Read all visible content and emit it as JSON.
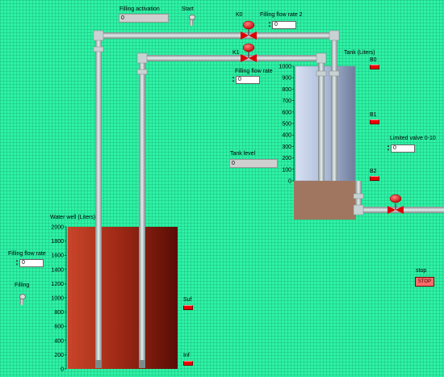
{
  "filling_activation": {
    "label": "Filling activation",
    "value": "0"
  },
  "start": {
    "label": "Start"
  },
  "valve_k0": {
    "label": "K0"
  },
  "valve_k1": {
    "label": "K1"
  },
  "filling_flow_rate_2": {
    "label": "Filling flow rate 2",
    "value": "0"
  },
  "filling_flow_rate_top": {
    "label": "Filling flow rate",
    "value": "0"
  },
  "tank": {
    "label": "Tank (Liters)",
    "scale": [
      "1000",
      "900",
      "800",
      "700",
      "600",
      "500",
      "400",
      "300",
      "200",
      "100",
      "0"
    ],
    "sensors": [
      "B0",
      "B1",
      "B2"
    ]
  },
  "tank_level": {
    "label": "Tank level",
    "value": "0"
  },
  "limited_valve": {
    "label": "Limited valve 0-10",
    "value": "0"
  },
  "well": {
    "label": "Water well (Liters)",
    "scale": [
      "2000",
      "1800",
      "1600",
      "1400",
      "1200",
      "1000",
      "800",
      "600",
      "400",
      "200",
      "0"
    ],
    "sensors": [
      "Suf",
      "Inf"
    ]
  },
  "filling_flow_rate_left": {
    "label": "Filling flow rate",
    "value": "0"
  },
  "filling": {
    "label": "Filling"
  },
  "stop": {
    "label": "stop",
    "button": "STOP"
  },
  "colors": {
    "background": "#2ef2a6",
    "led_red": "#e00000",
    "well_fill": "#9e2a16",
    "tank_fill": "#b8c6e0"
  }
}
